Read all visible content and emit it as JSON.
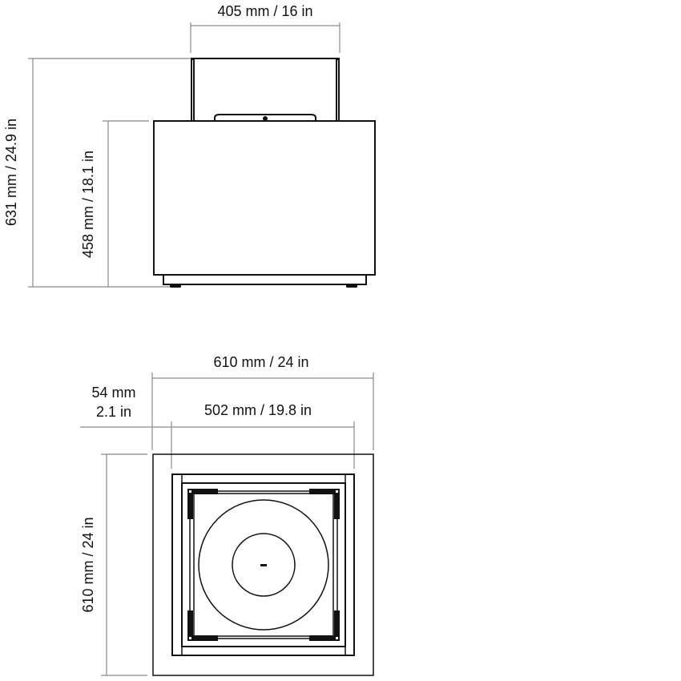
{
  "diagram": {
    "type": "technical-dimension-drawing",
    "colors": {
      "outline": "#111111",
      "dimension_line": "#8a8a8a",
      "background": "#ffffff",
      "text": "#111111"
    },
    "side_view": {
      "glass_width_label": "405 mm / 16 in",
      "total_height_label": "631 mm / 24.9 in",
      "body_height_label": "458 mm / 18.1 in"
    },
    "top_view": {
      "outer_width_label": "610 mm / 24 in",
      "inner_width_label": "502 mm / 19.8 in",
      "border_label_mm": "54 mm",
      "border_label_in": "2.1 in",
      "depth_label": "610 mm / 24 in"
    }
  }
}
